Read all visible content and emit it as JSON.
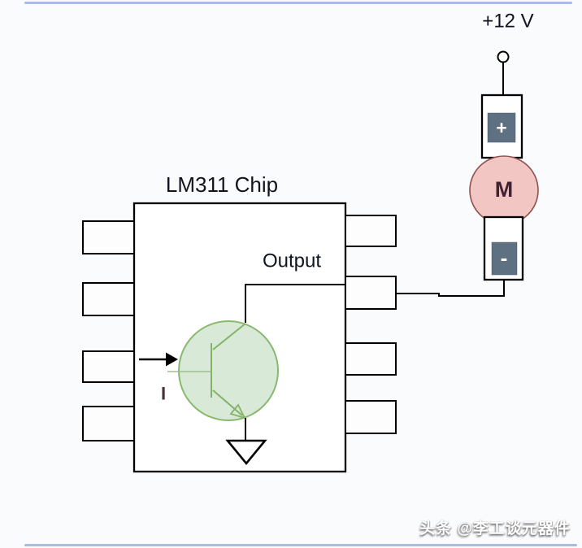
{
  "canvas": {
    "background": "#fafbfd",
    "accent_color": "#8fa6d8"
  },
  "power_rail": {
    "label": "+12 V"
  },
  "motor_branch": {
    "positive_terminal": "+",
    "negative_terminal": "-",
    "motor_label": "M",
    "motor_fill": "#f2c7c3",
    "motor_stroke": "#8f514e",
    "terminal_fill": "#5d7183"
  },
  "chip": {
    "title": "LM311 Chip",
    "output_label": "Output",
    "current_label": "I",
    "transistor_fill": "#d5e8d4",
    "transistor_stroke": "#82b366"
  },
  "watermark": {
    "text": "头条 @李工谈元器件"
  }
}
